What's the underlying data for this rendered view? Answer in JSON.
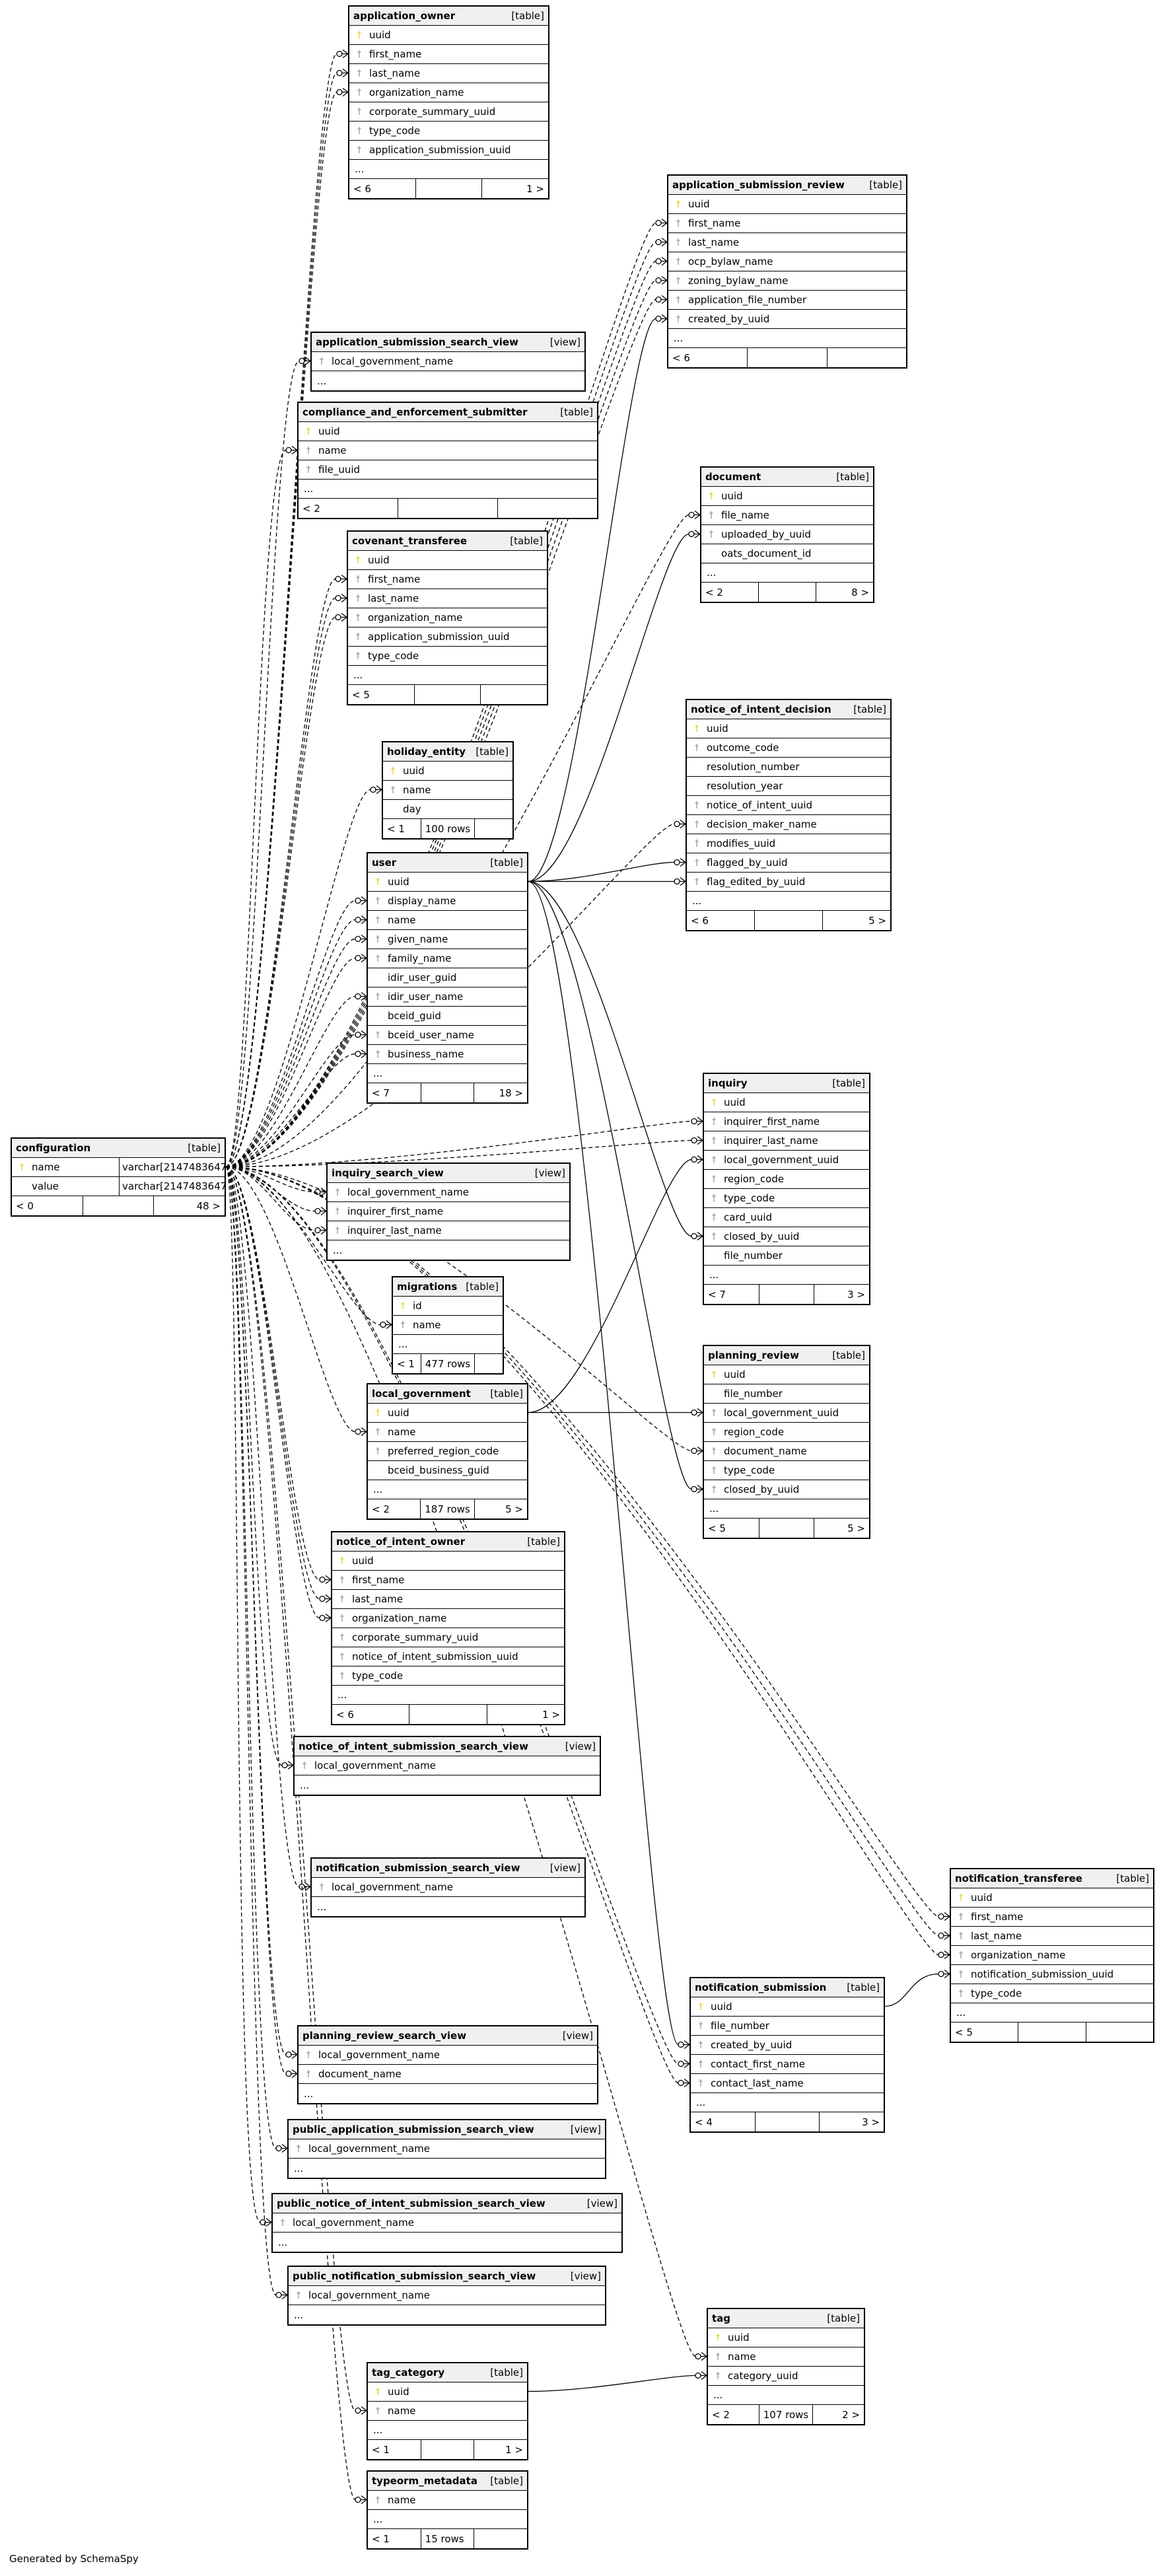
{
  "generated_by": "Generated by SchemaSpy",
  "colors": {
    "primary_key": "#e0c800",
    "foreign_key": "#888888",
    "header_bg": "#f0f0f0"
  },
  "tables": [
    {
      "id": "application_owner",
      "name": "application_owner",
      "kind": "[table]",
      "columns": [
        {
          "icon": "pk",
          "name": "uuid"
        },
        {
          "icon": "fk",
          "name": "first_name"
        },
        {
          "icon": "fk",
          "name": "last_name"
        },
        {
          "icon": "fk",
          "name": "organization_name"
        },
        {
          "icon": "fk",
          "name": "corporate_summary_uuid"
        },
        {
          "icon": "fk",
          "name": "type_code"
        },
        {
          "icon": "fk",
          "name": "application_submission_uuid"
        }
      ],
      "ellipsis": "...",
      "footer": [
        "< 6",
        "",
        "1 >"
      ]
    },
    {
      "id": "application_submission_review",
      "name": "application_submission_review",
      "kind": "[table]",
      "columns": [
        {
          "icon": "pk",
          "name": "uuid"
        },
        {
          "icon": "fk",
          "name": "first_name"
        },
        {
          "icon": "fk",
          "name": "last_name"
        },
        {
          "icon": "fk",
          "name": "ocp_bylaw_name"
        },
        {
          "icon": "fk",
          "name": "zoning_bylaw_name"
        },
        {
          "icon": "fk",
          "name": "application_file_number"
        },
        {
          "icon": "fk",
          "name": "created_by_uuid"
        }
      ],
      "ellipsis": "...",
      "footer": [
        "< 6",
        "",
        ""
      ]
    },
    {
      "id": "application_submission_search_view",
      "name": "application_submission_search_view",
      "kind": "[view]",
      "columns": [
        {
          "icon": "fk",
          "name": "local_government_name"
        }
      ],
      "ellipsis": "...",
      "footer": null
    },
    {
      "id": "compliance_and_enforcement_submitter",
      "name": "compliance_and_enforcement_submitter",
      "kind": "[table]",
      "columns": [
        {
          "icon": "pk",
          "name": "uuid"
        },
        {
          "icon": "fk",
          "name": "name"
        },
        {
          "icon": "fk",
          "name": "file_uuid"
        }
      ],
      "ellipsis": "...",
      "footer": [
        "< 2",
        "",
        ""
      ]
    },
    {
      "id": "document",
      "name": "document",
      "kind": "[table]",
      "columns": [
        {
          "icon": "pk",
          "name": "uuid"
        },
        {
          "icon": "fk",
          "name": "file_name"
        },
        {
          "icon": "fk",
          "name": "uploaded_by_uuid"
        },
        {
          "icon": "",
          "name": "oats_document_id"
        }
      ],
      "ellipsis": "...",
      "footer": [
        "< 2",
        "",
        "8 >"
      ]
    },
    {
      "id": "covenant_transferee",
      "name": "covenant_transferee",
      "kind": "[table]",
      "columns": [
        {
          "icon": "pk",
          "name": "uuid"
        },
        {
          "icon": "fk",
          "name": "first_name"
        },
        {
          "icon": "fk",
          "name": "last_name"
        },
        {
          "icon": "fk",
          "name": "organization_name"
        },
        {
          "icon": "fk",
          "name": "application_submission_uuid"
        },
        {
          "icon": "fk",
          "name": "type_code"
        }
      ],
      "ellipsis": "...",
      "footer": [
        "< 5",
        "",
        ""
      ]
    },
    {
      "id": "notice_of_intent_decision",
      "name": "notice_of_intent_decision",
      "kind": "[table]",
      "columns": [
        {
          "icon": "pk",
          "name": "uuid"
        },
        {
          "icon": "fk",
          "name": "outcome_code"
        },
        {
          "icon": "",
          "name": "resolution_number"
        },
        {
          "icon": "",
          "name": "resolution_year"
        },
        {
          "icon": "fk",
          "name": "notice_of_intent_uuid"
        },
        {
          "icon": "fk",
          "name": "decision_maker_name"
        },
        {
          "icon": "fk",
          "name": "modifies_uuid"
        },
        {
          "icon": "fk",
          "name": "flagged_by_uuid"
        },
        {
          "icon": "fk",
          "name": "flag_edited_by_uuid"
        }
      ],
      "ellipsis": "...",
      "footer": [
        "< 6",
        "",
        "5 >"
      ]
    },
    {
      "id": "holiday_entity",
      "name": "holiday_entity",
      "kind": "[table]",
      "columns": [
        {
          "icon": "pk",
          "name": "uuid"
        },
        {
          "icon": "fk",
          "name": "name"
        },
        {
          "icon": "",
          "name": "day"
        }
      ],
      "ellipsis": null,
      "footer": [
        "< 1",
        "100 rows",
        ""
      ]
    },
    {
      "id": "user",
      "name": "user",
      "kind": "[table]",
      "columns": [
        {
          "icon": "pk",
          "name": "uuid"
        },
        {
          "icon": "fk",
          "name": "display_name"
        },
        {
          "icon": "fk",
          "name": "name"
        },
        {
          "icon": "fk",
          "name": "given_name"
        },
        {
          "icon": "fk",
          "name": "family_name"
        },
        {
          "icon": "",
          "name": "idir_user_guid"
        },
        {
          "icon": "fk",
          "name": "idir_user_name"
        },
        {
          "icon": "",
          "name": "bceid_guid"
        },
        {
          "icon": "fk",
          "name": "bceid_user_name"
        },
        {
          "icon": "fk",
          "name": "business_name"
        }
      ],
      "ellipsis": "...",
      "footer": [
        "< 7",
        "",
        "18 >"
      ]
    },
    {
      "id": "inquiry",
      "name": "inquiry",
      "kind": "[table]",
      "columns": [
        {
          "icon": "pk",
          "name": "uuid"
        },
        {
          "icon": "fk",
          "name": "inquirer_first_name"
        },
        {
          "icon": "fk",
          "name": "inquirer_last_name"
        },
        {
          "icon": "fk",
          "name": "local_government_uuid"
        },
        {
          "icon": "fk",
          "name": "region_code"
        },
        {
          "icon": "fk",
          "name": "type_code"
        },
        {
          "icon": "fk",
          "name": "card_uuid"
        },
        {
          "icon": "fk",
          "name": "closed_by_uuid"
        },
        {
          "icon": "",
          "name": "file_number"
        }
      ],
      "ellipsis": "...",
      "footer": [
        "< 7",
        "",
        "3 >"
      ]
    },
    {
      "id": "configuration",
      "name": "configuration",
      "kind": "[table]",
      "columns": [
        {
          "icon": "pk",
          "name": "name",
          "type": "varchar[2147483647]"
        },
        {
          "icon": "",
          "name": "value",
          "type": "varchar[2147483647]"
        }
      ],
      "ellipsis": null,
      "footer": [
        "< 0",
        "",
        "48 >"
      ]
    },
    {
      "id": "inquiry_search_view",
      "name": "inquiry_search_view",
      "kind": "[view]",
      "columns": [
        {
          "icon": "fk",
          "name": "local_government_name"
        },
        {
          "icon": "fk",
          "name": "inquirer_first_name"
        },
        {
          "icon": "fk",
          "name": "inquirer_last_name"
        }
      ],
      "ellipsis": "...",
      "footer": null
    },
    {
      "id": "migrations",
      "name": "migrations",
      "kind": "[table]",
      "columns": [
        {
          "icon": "pk",
          "name": "id"
        },
        {
          "icon": "fk",
          "name": "name"
        }
      ],
      "ellipsis": "...",
      "footer": [
        "< 1",
        "477 rows",
        ""
      ]
    },
    {
      "id": "planning_review",
      "name": "planning_review",
      "kind": "[table]",
      "columns": [
        {
          "icon": "pk",
          "name": "uuid"
        },
        {
          "icon": "",
          "name": "file_number"
        },
        {
          "icon": "fk",
          "name": "local_government_uuid"
        },
        {
          "icon": "fk",
          "name": "region_code"
        },
        {
          "icon": "fk",
          "name": "document_name"
        },
        {
          "icon": "fk",
          "name": "type_code"
        },
        {
          "icon": "fk",
          "name": "closed_by_uuid"
        }
      ],
      "ellipsis": "...",
      "footer": [
        "< 5",
        "",
        "5 >"
      ]
    },
    {
      "id": "local_government",
      "name": "local_government",
      "kind": "[table]",
      "columns": [
        {
          "icon": "pk",
          "name": "uuid"
        },
        {
          "icon": "fk",
          "name": "name"
        },
        {
          "icon": "fk",
          "name": "preferred_region_code"
        },
        {
          "icon": "",
          "name": "bceid_business_guid"
        }
      ],
      "ellipsis": "...",
      "footer": [
        "< 2",
        "187 rows",
        "5 >"
      ]
    },
    {
      "id": "notice_of_intent_owner",
      "name": "notice_of_intent_owner",
      "kind": "[table]",
      "columns": [
        {
          "icon": "pk",
          "name": "uuid"
        },
        {
          "icon": "fk",
          "name": "first_name"
        },
        {
          "icon": "fk",
          "name": "last_name"
        },
        {
          "icon": "fk",
          "name": "organization_name"
        },
        {
          "icon": "fk",
          "name": "corporate_summary_uuid"
        },
        {
          "icon": "fk",
          "name": "notice_of_intent_submission_uuid"
        },
        {
          "icon": "fk",
          "name": "type_code"
        }
      ],
      "ellipsis": "...",
      "footer": [
        "< 6",
        "",
        "1 >"
      ]
    },
    {
      "id": "notice_of_intent_submission_search_view",
      "name": "notice_of_intent_submission_search_view",
      "kind": "[view]",
      "columns": [
        {
          "icon": "fk",
          "name": "local_government_name"
        }
      ],
      "ellipsis": "...",
      "footer": null
    },
    {
      "id": "notification_submission_search_view",
      "name": "notification_submission_search_view",
      "kind": "[view]",
      "columns": [
        {
          "icon": "fk",
          "name": "local_government_name"
        }
      ],
      "ellipsis": "...",
      "footer": null
    },
    {
      "id": "notification_transferee",
      "name": "notification_transferee",
      "kind": "[table]",
      "columns": [
        {
          "icon": "pk",
          "name": "uuid"
        },
        {
          "icon": "fk",
          "name": "first_name"
        },
        {
          "icon": "fk",
          "name": "last_name"
        },
        {
          "icon": "fk",
          "name": "organization_name"
        },
        {
          "icon": "fk",
          "name": "notification_submission_uuid"
        },
        {
          "icon": "fk",
          "name": "type_code"
        }
      ],
      "ellipsis": "...",
      "footer": [
        "< 5",
        "",
        ""
      ]
    },
    {
      "id": "notification_submission",
      "name": "notification_submission",
      "kind": "[table]",
      "columns": [
        {
          "icon": "pk",
          "name": "uuid"
        },
        {
          "icon": "fk",
          "name": "file_number"
        },
        {
          "icon": "fk",
          "name": "created_by_uuid"
        },
        {
          "icon": "fk",
          "name": "contact_first_name"
        },
        {
          "icon": "fk",
          "name": "contact_last_name"
        }
      ],
      "ellipsis": "...",
      "footer": [
        "< 4",
        "",
        "3 >"
      ]
    },
    {
      "id": "planning_review_search_view",
      "name": "planning_review_search_view",
      "kind": "[view]",
      "columns": [
        {
          "icon": "fk",
          "name": "local_government_name"
        },
        {
          "icon": "fk",
          "name": "document_name"
        }
      ],
      "ellipsis": "...",
      "footer": null
    },
    {
      "id": "public_application_submission_search_view",
      "name": "public_application_submission_search_view",
      "kind": "[view]",
      "columns": [
        {
          "icon": "fk",
          "name": "local_government_name"
        }
      ],
      "ellipsis": "...",
      "footer": null
    },
    {
      "id": "public_notice_of_intent_submission_search_view",
      "name": "public_notice_of_intent_submission_search_view",
      "kind": "[view]",
      "columns": [
        {
          "icon": "fk",
          "name": "local_government_name"
        }
      ],
      "ellipsis": "...",
      "footer": null
    },
    {
      "id": "public_notification_submission_search_view",
      "name": "public_notification_submission_search_view",
      "kind": "[view]",
      "columns": [
        {
          "icon": "fk",
          "name": "local_government_name"
        }
      ],
      "ellipsis": "...",
      "footer": null
    },
    {
      "id": "tag",
      "name": "tag",
      "kind": "[table]",
      "columns": [
        {
          "icon": "pk",
          "name": "uuid"
        },
        {
          "icon": "fk",
          "name": "name"
        },
        {
          "icon": "fk",
          "name": "category_uuid"
        }
      ],
      "ellipsis": "...",
      "footer": [
        "< 2",
        "107 rows",
        "2 >"
      ]
    },
    {
      "id": "tag_category",
      "name": "tag_category",
      "kind": "[table]",
      "columns": [
        {
          "icon": "pk",
          "name": "uuid"
        },
        {
          "icon": "fk",
          "name": "name"
        }
      ],
      "ellipsis": "...",
      "footer": [
        "< 1",
        "",
        "1 >"
      ]
    },
    {
      "id": "typeorm_metadata",
      "name": "typeorm_metadata",
      "kind": "[table]",
      "columns": [
        {
          "icon": "fk",
          "name": "name"
        }
      ],
      "ellipsis": "...",
      "footer": [
        "< 1",
        "15 rows",
        ""
      ]
    }
  ]
}
